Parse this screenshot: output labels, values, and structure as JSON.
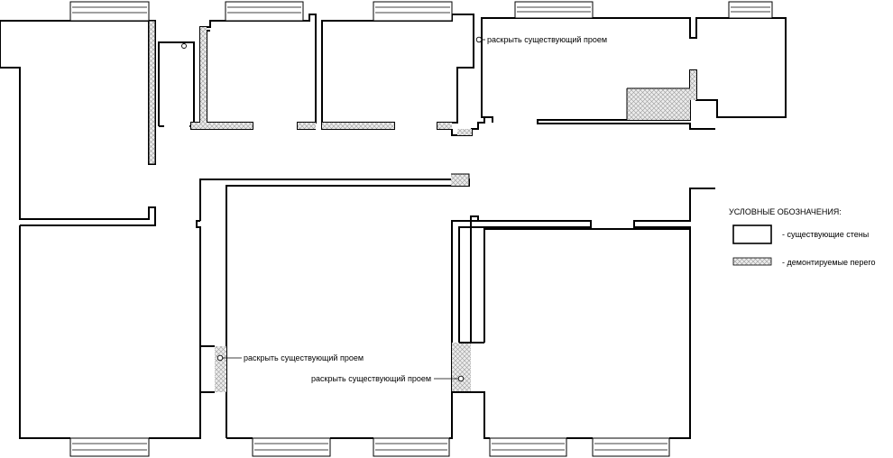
{
  "annotations": {
    "open_existing_opening_1": "раскрыть существующий проем",
    "open_existing_opening_2": "раскрыть существующий проем",
    "open_existing_opening_3": "раскрыть существующий проем"
  },
  "legend": {
    "title": "УСЛОВНЫЕ ОБОЗНАЧЕНИЯ:",
    "existing_walls": "- существующие стены",
    "demolished_partitions": "- демонтируемые перего"
  },
  "colors": {
    "line": "#000000",
    "background": "#ffffff",
    "hatch": "#9a9a9a"
  }
}
